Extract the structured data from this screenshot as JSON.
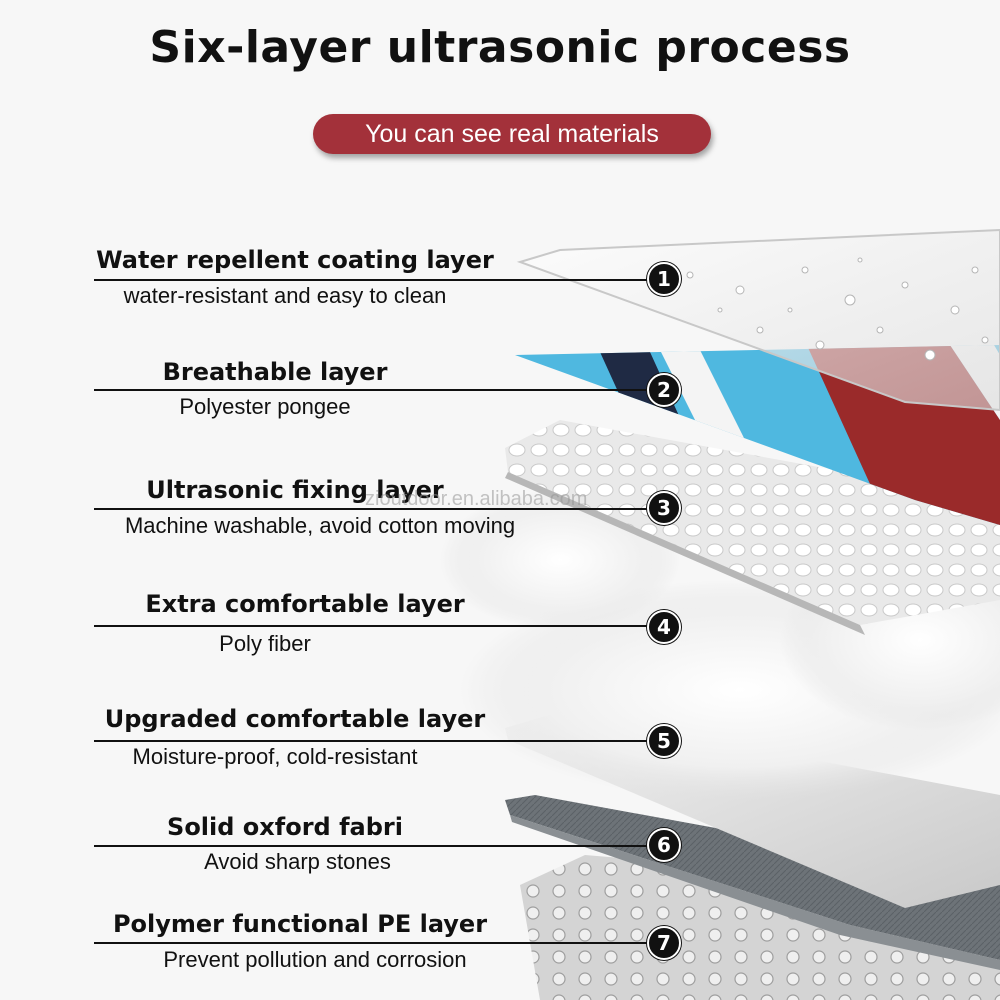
{
  "header": {
    "title": "Six-layer ultrasonic process",
    "subtitle": "You can see real materials"
  },
  "watermark": "zioutdoor.en.alibaba.com",
  "layers": [
    {
      "number": "1",
      "title": "Water repellent coating layer",
      "desc": "water-resistant and easy to clean"
    },
    {
      "number": "2",
      "title": "Breathable layer",
      "desc": "Polyester pongee"
    },
    {
      "number": "3",
      "title": "Ultrasonic fixing layer",
      "desc": "Machine washable, avoid cotton moving"
    },
    {
      "number": "4",
      "title": "Extra comfortable layer",
      "desc": "Poly fiber"
    },
    {
      "number": "5",
      "title": "Upgraded comfortable layer",
      "desc": "Moisture-proof, cold-resistant"
    },
    {
      "number": "6",
      "title": "Solid oxford fabri",
      "desc": "Avoid sharp stones"
    },
    {
      "number": "7",
      "title": "Polymer functional PE layer",
      "desc": "Prevent pollution and corrosion"
    }
  ],
  "colors": {
    "pill": "#a3313a",
    "stripe_blue": "#4fb8e0",
    "stripe_navy": "#1f2a44",
    "stripe_red": "#9a2a2a",
    "oxford_gray": "#6d7378"
  }
}
